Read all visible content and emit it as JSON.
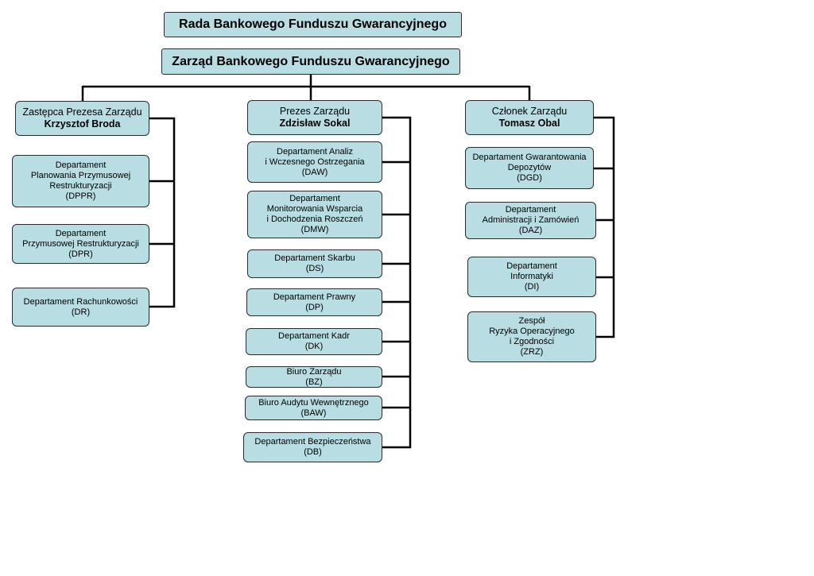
{
  "rada": "Rada Bankowego Funduszu Gwarancyjnego",
  "zarzad": "Zarząd Bankowego Funduszu Gwarancyjnego",
  "columns": [
    {
      "head_role": "Zastępca Prezesa Zarządu",
      "head_name": "Krzysztof Broda",
      "units": [
        {
          "lines": [
            "Departament",
            "Planowania Przymusowej",
            "Restrukturyzacji",
            "(DPPR)"
          ]
        },
        {
          "lines": [
            "Departament",
            "Przymusowej Restrukturyzacji",
            "(DPR)"
          ]
        },
        {
          "lines": [
            "Departament Rachunkowości",
            "(DR)"
          ]
        }
      ]
    },
    {
      "head_role": "Prezes Zarządu",
      "head_name": "Zdzisław Sokal",
      "units": [
        {
          "lines": [
            "Departament Analiz",
            "i Wczesnego Ostrzegania",
            "(DAW)"
          ]
        },
        {
          "lines": [
            "Departament",
            "Monitorowania Wsparcia",
            "i Dochodzenia Roszczeń",
            "(DMW)"
          ]
        },
        {
          "lines": [
            "Departament Skarbu",
            "(DS)"
          ]
        },
        {
          "lines": [
            "Departament Prawny",
            "(DP)"
          ]
        },
        {
          "lines": [
            "Departament Kadr",
            "(DK)"
          ]
        },
        {
          "lines": [
            "Biuro Zarządu",
            "(BZ)"
          ]
        },
        {
          "lines": [
            "Biuro Audytu Wewnętrznego",
            "(BAW)"
          ]
        },
        {
          "lines": [
            "Departament Bezpieczeństwa",
            "(DB)"
          ]
        }
      ]
    },
    {
      "head_role": "Członek Zarządu",
      "head_name": "Tomasz Obal",
      "units": [
        {
          "lines": [
            "Departament Gwarantowania",
            "Depozytów",
            "(DGD)"
          ]
        },
        {
          "lines": [
            "Departament",
            "Administracji i Zamówień",
            "(DAZ)"
          ]
        },
        {
          "lines": [
            "Departament",
            "Informatyki",
            "(DI)"
          ]
        },
        {
          "lines": [
            "Zespół",
            "Ryzyka Operacyjnego",
            "i Zgodności",
            "(ZRZ)"
          ]
        }
      ]
    }
  ],
  "colors": {
    "box_fill": "#b8dde2",
    "box_border": "#2b2b2b",
    "connector": "#000000"
  }
}
